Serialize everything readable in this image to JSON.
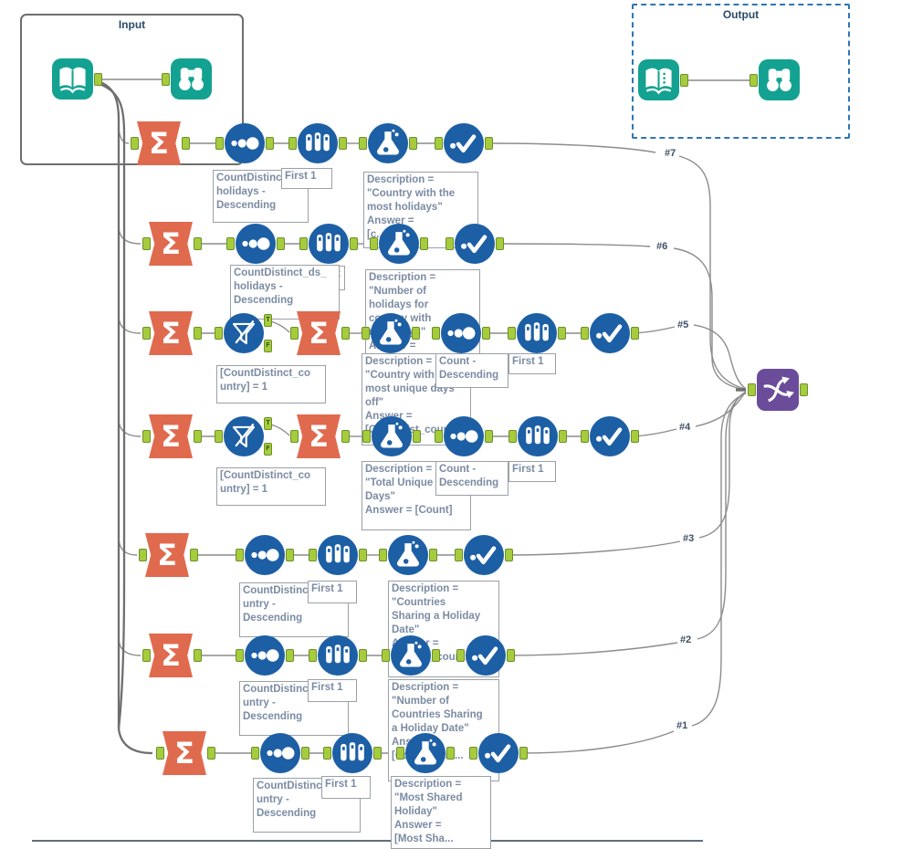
{
  "containers": {
    "input": {
      "label": "Input"
    },
    "output": {
      "label": "Output"
    }
  },
  "connection_labels": {
    "l1": "#1",
    "l2": "#2",
    "l3": "#3",
    "l4": "#4",
    "l5": "#5",
    "l6": "#6",
    "l7": "#7"
  },
  "filter_anchor_labels": {
    "t": "T",
    "f": "F"
  },
  "annotations": {
    "r1_sort": "CountDistinc\nholidays -\nDescending",
    "r1_sample": "First 1",
    "r1_formula": "Description =\n\"Country with the\nmost holidays\"\nAnswer =\n[c...",
    "r2_sort": "CountDistinct_ds_\nholidays -\nDescending",
    "r2_sample": "First 1",
    "r2_formula": "Description =\n\"Number of\nholidays for\ncountry with\nmost days\"\nAnswer =",
    "r3_filter": "[CountDistinct_co\nuntry] = 1",
    "r3_formula": "Description =\n\"Country with\nmost unique days\noff\"\nAnswer =\n[CountDist_country]",
    "r3_sort": "Count -\nDescending",
    "r3_sample": "First 1",
    "r4_filter": "[CountDistinct_co\nuntry] = 1",
    "r4_formula": "Description =\n\"Total Unique\nDays\"\nAnswer = [Count]",
    "r4_sort": "Count -\nDescending",
    "r4_sample": "First 1",
    "r5_sort": "CountDistinc\nuntry -\nDescending",
    "r5_sample": "First 1",
    "r5_formula": "Description =\n\"Countries\nSharing a Holiday\nDate\"\nAnswer =\n[Concat_country]",
    "r6_sort": "CountDistinc\nuntry -\nDescending",
    "r6_sample": "First 1",
    "r6_formula": "Description =\n\"Number of\nCountries Sharing\na Holiday Date\"\nAnswer =\n[CountDistin...",
    "r7_sort": "CountDistinc\nuntry -\nDescending",
    "r7_sample": "First 1",
    "r7_formula": "Description =\n\"Most Shared\nHoliday\"\nAnswer =\n[Most Sha..."
  },
  "tools": {
    "input_data": "Input Data",
    "browse": "Browse",
    "summarize": "Summarize",
    "sort": "Sort",
    "sample": "Sample",
    "formula": "Formula",
    "select": "Select",
    "filter": "Filter",
    "union": "Union"
  },
  "colors": {
    "teal": "#13a291",
    "orange": "#e06a4e",
    "blue": "#1d5fa5",
    "purple": "#6a4c9b",
    "anchor_green": "#a6cc3d",
    "wire_gray": "#8c8c8c",
    "annotation_text": "#7b8ba3",
    "label_text": "#3f4f63",
    "selection_blue": "#2e75b6"
  }
}
